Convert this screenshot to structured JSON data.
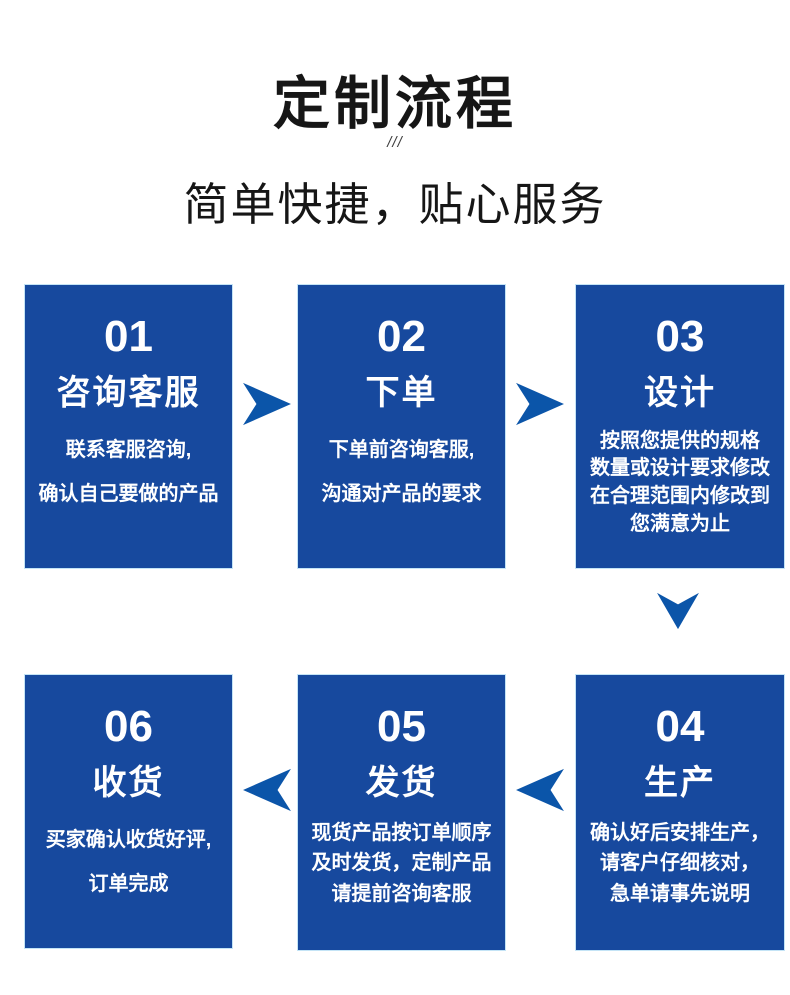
{
  "header": {
    "title": "定制流程",
    "divider": "///",
    "subtitle": "简单快捷，贴心服务"
  },
  "colors": {
    "page_bg": "#ffffff",
    "box_blue": "#17499E",
    "arrow_blue": "#0B55A9",
    "box_text": "#ffffff",
    "text_dark": "#161616"
  },
  "steps": [
    {
      "number": "01",
      "title": "咨询客服",
      "lines": [
        "联系客服咨询,",
        "确认自己要做的产品"
      ]
    },
    {
      "number": "02",
      "title": "下单",
      "lines": [
        "下单前咨询客服,",
        "沟通对产品的要求"
      ]
    },
    {
      "number": "03",
      "title": "设计",
      "lines": [
        "按照您提供的规格",
        "数量或设计要求修改",
        "在合理范围内修改到",
        "您满意为止"
      ]
    },
    {
      "number": "04",
      "title": "生产",
      "lines": [
        "确认好后安排生产，",
        "请客户仔细核对，",
        "急单请事先说明"
      ]
    },
    {
      "number": "05",
      "title": "发货",
      "lines": [
        "现货产品按订单顺序",
        "及时发货，定制产品",
        "请提前咨询客服"
      ]
    },
    {
      "number": "06",
      "title": "收货",
      "lines": [
        "买家确认收货好评,",
        "订单完成"
      ]
    }
  ]
}
